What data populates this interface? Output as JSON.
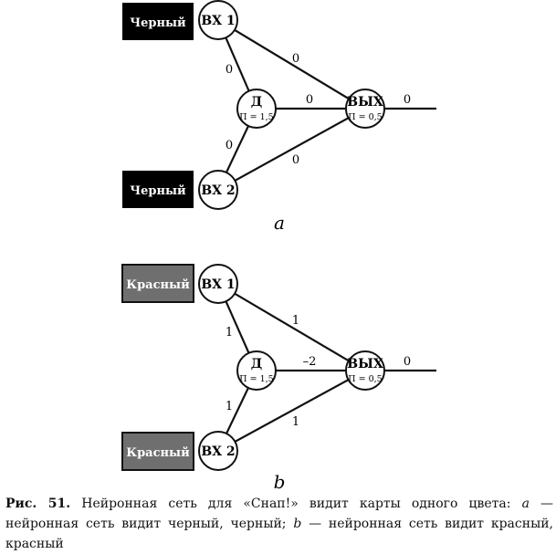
{
  "diagram_a": {
    "label": "a",
    "card_color": "#000000",
    "card1": "Черный",
    "card2": "Черный",
    "in1": "ВХ 1",
    "in2": "ВХ 2",
    "hidden": "Д",
    "hidden_sub": "П = 1,5",
    "out": "ВЫХ",
    "out_sub": "П = 0,5",
    "w_in1_hidden": "0",
    "w_in1_out": "0",
    "w_hidden_out": "0",
    "w_in2_hidden": "0",
    "w_in2_out": "0",
    "w_output": "0"
  },
  "diagram_b": {
    "label": "b",
    "card_color": "#6f6f6f",
    "card1": "Красный",
    "card2": "Красный",
    "in1": "ВХ 1",
    "in2": "ВХ 2",
    "hidden": "Д",
    "hidden_sub": "П = 1,5",
    "out": "ВЫХ",
    "out_sub": "П = 0,5",
    "w_in1_hidden": "1",
    "w_in1_out": "1",
    "w_hidden_out": "–2",
    "w_in2_hidden": "1",
    "w_in2_out": "1",
    "w_output": "0"
  },
  "caption": {
    "lead": "Рис. 51.",
    "p1": " Нейронная сеть для «Снап!» видит карты одного цвета: ",
    "a": "a",
    "p2": " — нейронная сеть видит черный, черный; ",
    "b": "b",
    "p3": " — нейронная сеть видит красный, красный"
  }
}
